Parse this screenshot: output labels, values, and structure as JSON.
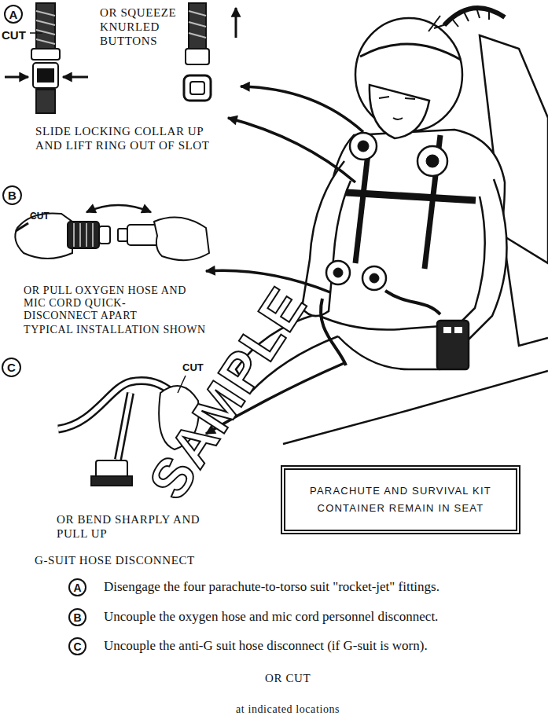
{
  "diagram": {
    "nodes": [
      {
        "text": [
          "A"
        ]
      },
      {
        "text": [
          "B"
        ]
      },
      {
        "text": [
          "C"
        ]
      },
      {
        "text": [
          "PARACHUTE AND SURVIVAL KIT CONTAINER REMAIN IN SEAT"
        ]
      },
      {
        "text": [
          "A"
        ]
      },
      {
        "text": [
          "B"
        ]
      },
      {
        "text": [
          "C"
        ]
      }
    ],
    "labels": [
      "CUT",
      "OR SQUEEZE KNURLED BUTTONS",
      "SLIDE LOCKING COLLAR UP AND LIFT RING OUT OF SLOT",
      "CUT",
      "OR PULL OXYGEN HOSE AND MIC CORD QUICK-DISCONNECT APART",
      "TYPICAL INSTALLATION SHOWN",
      "CUT",
      "SAMPLE",
      "OR BEND SHARPLY AND PULL UP",
      "G-SUIT HOSE DISCONNECT",
      "Disengage the four parachute-to-torso suit \"rocket-jet\" fittings.",
      "Uncouple the oxygen hose and mic cord personnel disconnect.",
      "Uncouple the anti-G suit hose disconnect (if G-suit is worn).",
      "OR CUT",
      "at indicated locations"
    ]
  }
}
